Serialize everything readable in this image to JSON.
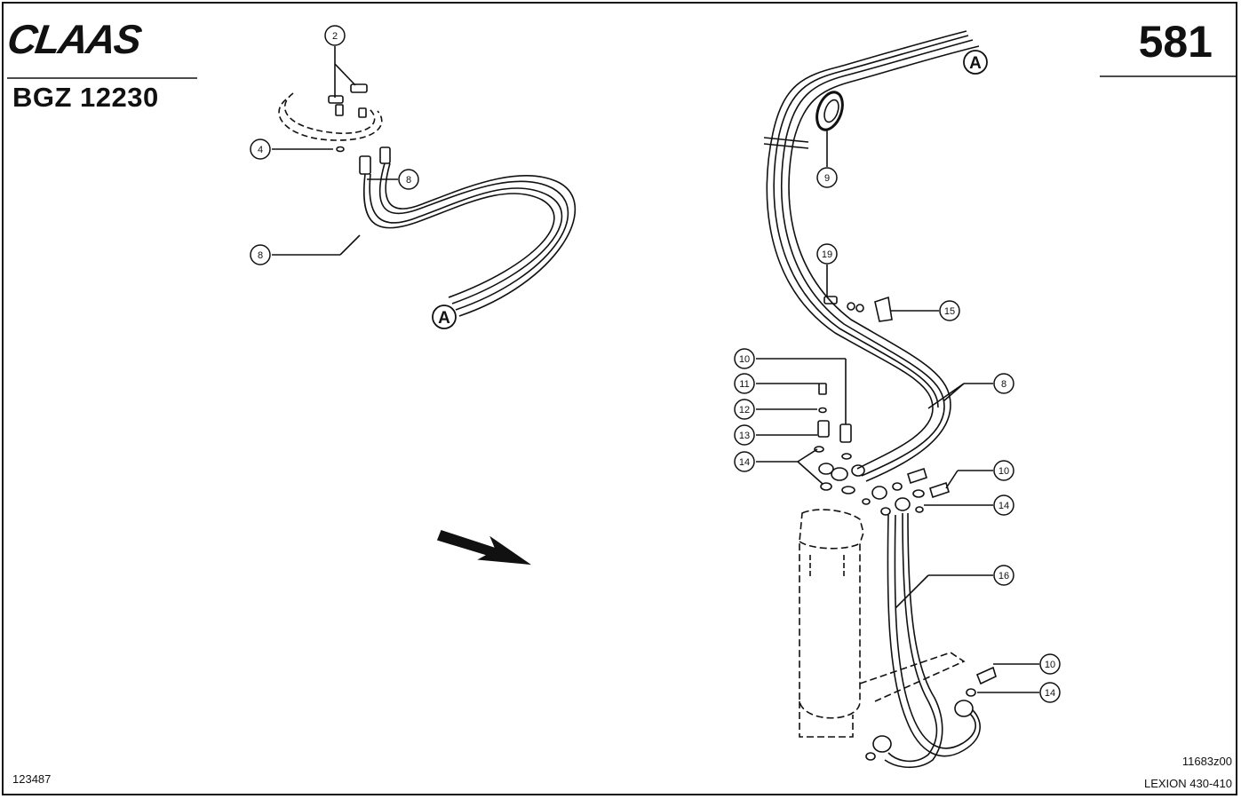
{
  "header": {
    "brand_logo_text": "CLAAS",
    "model_code": "BGZ 12230",
    "page_number": "581"
  },
  "footer": {
    "left_code": "123487",
    "drawing_code": "11683z00",
    "model_range": "LEXION 430-410"
  },
  "diagram": {
    "callouts": [
      "2",
      "4",
      "8",
      "8",
      "9",
      "19",
      "15",
      "10",
      "8",
      "11",
      "12",
      "13",
      "14",
      "10",
      "14",
      "16",
      "10",
      "14"
    ],
    "reference_marks": [
      "A",
      "A"
    ]
  },
  "colors": {
    "ink": "#111111",
    "background": "#ffffff"
  }
}
